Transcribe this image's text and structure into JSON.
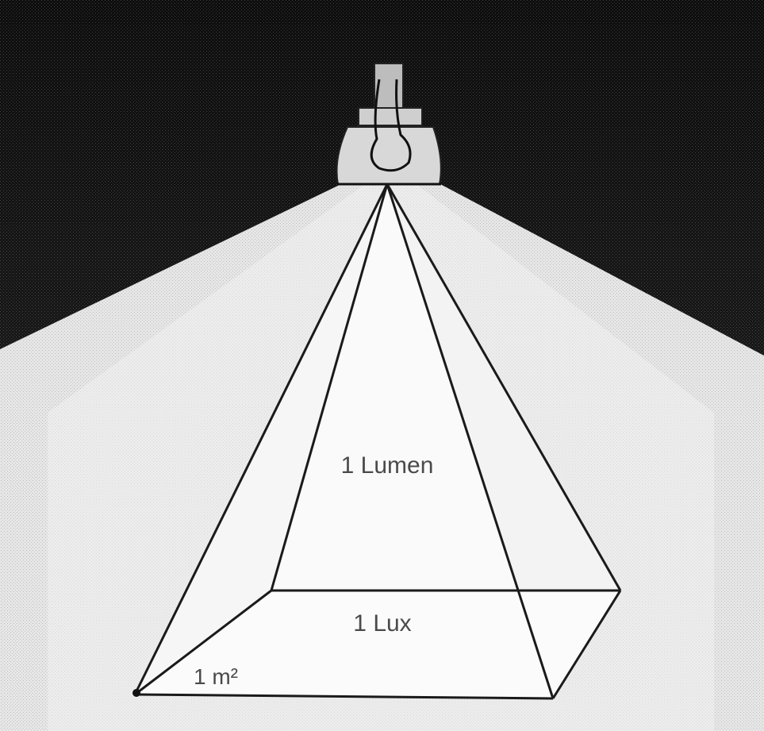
{
  "diagram": {
    "labels": {
      "lumen": "1 Lumen",
      "lux": "1 Lux",
      "area_unit": "1 m²"
    },
    "colors": {
      "sky": "#111111",
      "beam": "#f4f4f4",
      "ground": "#e2e2e2",
      "lines": "#1a1a1a",
      "lamp": "#d8d8d8"
    }
  }
}
